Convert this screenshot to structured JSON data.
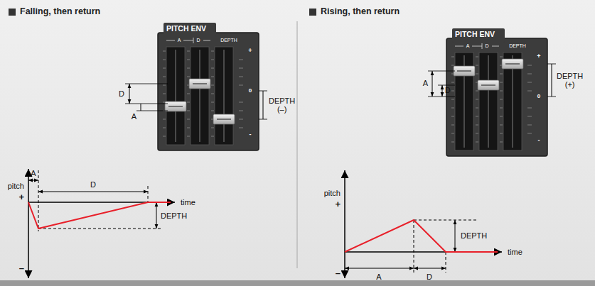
{
  "diagram": {
    "labels": [
      "Falling, then return",
      "PITCH ENV",
      "A",
      "D",
      "DEPTH",
      "+",
      "0",
      "-",
      "D",
      "A",
      "DEPTH (–)",
      "pitch",
      "+",
      "–",
      "A",
      "D",
      "time",
      "DEPTH",
      "Rising, then return",
      "PITCH ENV",
      "A",
      "D",
      "DEPTH",
      "+",
      "0",
      "-",
      "A",
      "D",
      "DEPTH (+)",
      "pitch",
      "+",
      "–",
      "DEPTH",
      "time",
      "A",
      "D"
    ]
  }
}
